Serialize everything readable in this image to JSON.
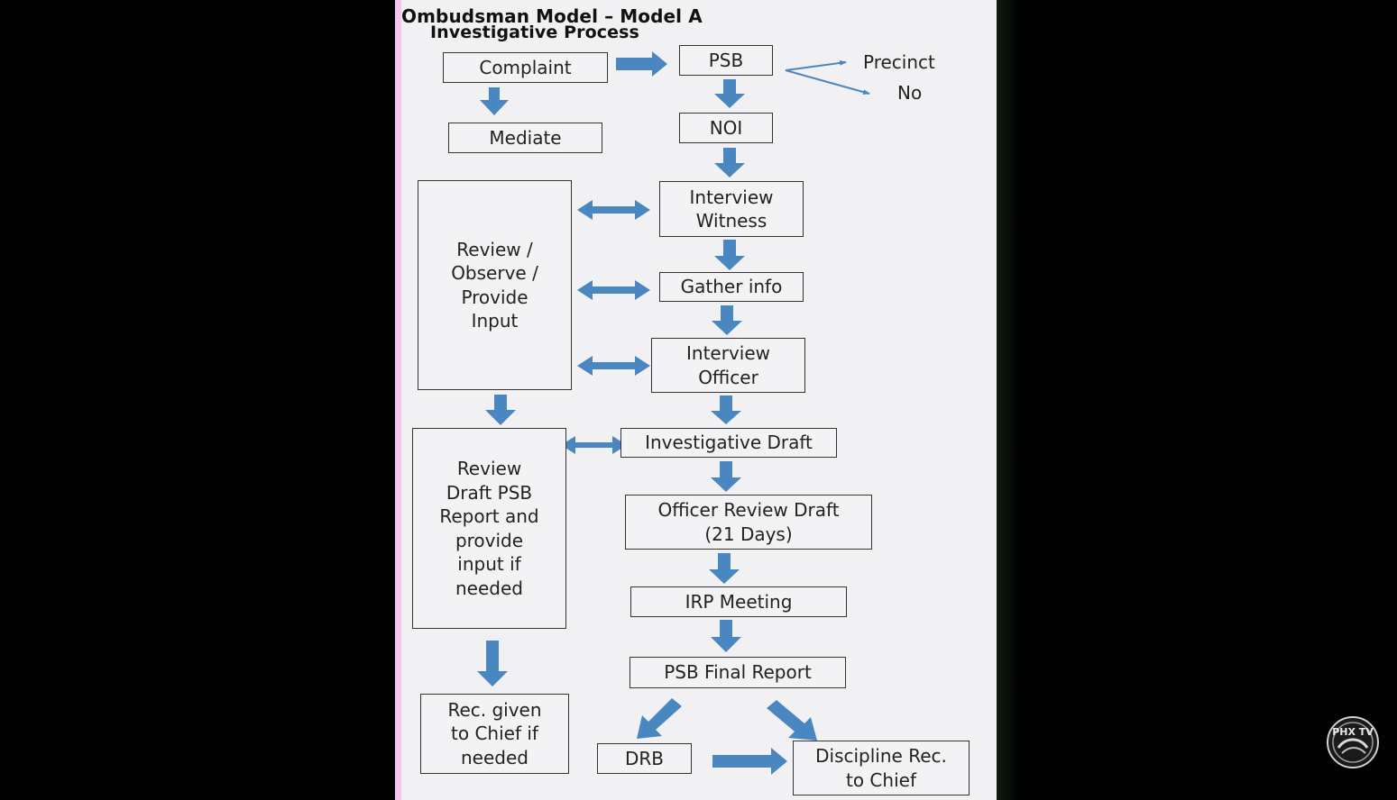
{
  "slide": {
    "title": "Ombudsman Model – Model A",
    "subtitle": "Investigative Process"
  },
  "nodes": {
    "complaint": "Complaint",
    "psb": "PSB",
    "precinct": "Precinct",
    "no": "No",
    "mediate": "Mediate",
    "noi": "NOI",
    "interview_witness": "Interview\nWitness",
    "review_observe": "Review /\nObserve /\nProvide\nInput",
    "gather_info": "Gather info",
    "interview_officer": "Interview\nOfficer",
    "investigative_draft": "Investigative Draft",
    "review_draft": "Review\nDraft PSB\nReport and\nprovide\ninput if\nneeded",
    "officer_review_draft": "Officer Review Draft\n(21 Days)",
    "irp_meeting": "IRP Meeting",
    "psb_final_report": "PSB Final Report",
    "rec_given": "Rec. given\nto Chief if\nneeded",
    "drb": "DRB",
    "discipline_rec": "Discipline Rec.\nto Chief"
  },
  "colors": {
    "arrow": "#4a86c0",
    "box_border": "#333333",
    "slide_background": "#f1f1f3"
  },
  "logo": {
    "icon": "phx-tv-logo",
    "text": "PHX TV"
  }
}
